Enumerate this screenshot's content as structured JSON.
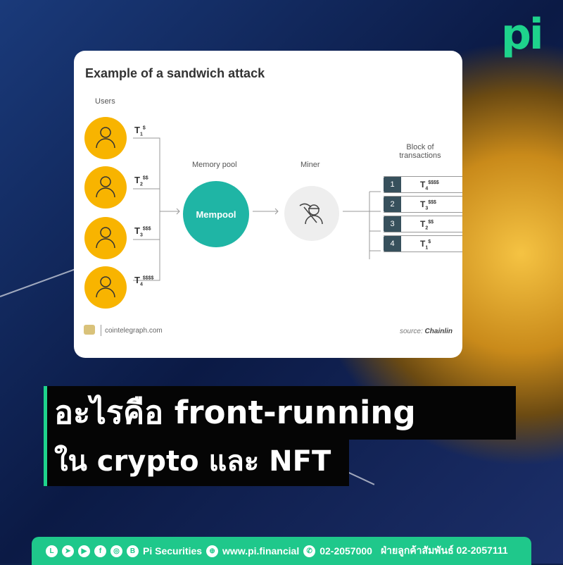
{
  "logo": "pi",
  "diagram": {
    "title": "Example of a sandwich attack",
    "users_label": "Users",
    "memory_pool_label": "Memory pool",
    "mempool": "Mempool",
    "miner_label": "Miner",
    "block_label_1": "Block of",
    "block_label_2": "transactions",
    "user_tx": [
      {
        "t": "T",
        "sub": "1",
        "sup": "$"
      },
      {
        "t": "T",
        "sub": "2",
        "sup": "$$"
      },
      {
        "t": "T",
        "sub": "3",
        "sup": "$$$"
      },
      {
        "t": "T",
        "sub": "4",
        "sup": "$$$$"
      }
    ],
    "block": [
      {
        "n": "1",
        "t": "T",
        "sub": "4",
        "sup": "$$$$"
      },
      {
        "n": "2",
        "t": "T",
        "sub": "3",
        "sup": "$$$"
      },
      {
        "n": "3",
        "t": "T",
        "sub": "2",
        "sup": "$$"
      },
      {
        "n": "4",
        "t": "T",
        "sub": "1",
        "sup": "$"
      }
    ],
    "credit": "cointelegraph.com",
    "source_prefix": "source:",
    "source": "Chainlin"
  },
  "headline": {
    "line1": "อะไรคือ front-running",
    "line2": "ใน crypto และ NFT"
  },
  "footer": {
    "brand": "Pi Securities",
    "web": "www.pi.financial",
    "phone": "02-2057000",
    "cs": "ฝ่ายลูกค้าสัมพันธ์ 02-2057111",
    "icons": [
      "line-icon",
      "telegram-icon",
      "youtube-icon",
      "facebook-icon",
      "instagram-icon",
      "blockdit-icon"
    ]
  },
  "colors": {
    "accent": "#1ed38c",
    "teal": "#1fb5a5",
    "user": "#f8b400"
  }
}
